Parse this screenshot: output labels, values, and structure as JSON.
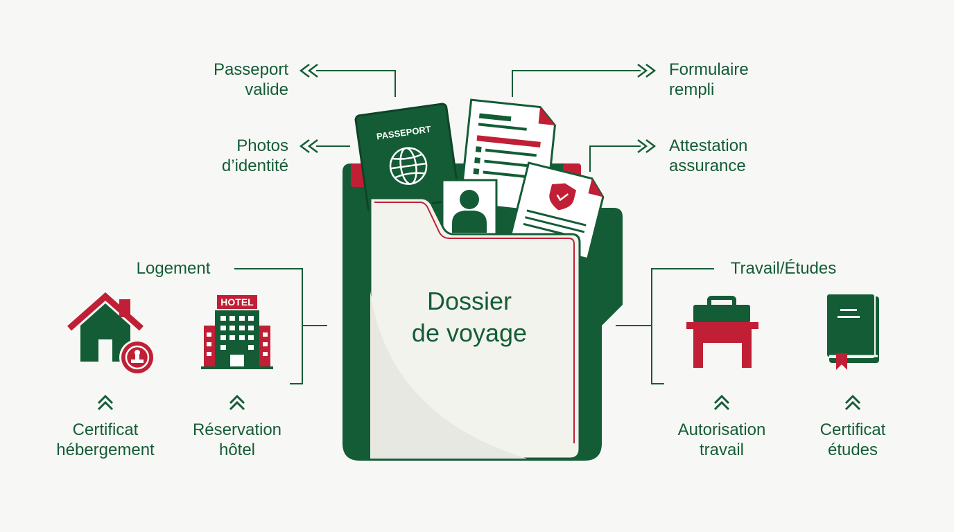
{
  "center": {
    "title_line1": "Dossier",
    "title_line2": "de voyage"
  },
  "documents": {
    "passport_label": [
      "Passeport",
      "valide"
    ],
    "photos_label": [
      "Photos",
      "d’identité"
    ],
    "form_label": [
      "Formulaire",
      "rempli"
    ],
    "insurance_label": [
      "Attestation",
      "assurance"
    ]
  },
  "passport_cover_text": "PASSEPORT",
  "housing": {
    "group_label": "Logement",
    "items": [
      {
        "label": [
          "Certificat",
          "hébergement"
        ],
        "icon": "house-stamp-icon"
      },
      {
        "label": [
          "Réservation",
          "hôtel"
        ],
        "icon": "hotel-icon",
        "sign": "HOTEL"
      }
    ]
  },
  "work_study": {
    "group_label": "Travail/Études",
    "items": [
      {
        "label": [
          "Autorisation",
          "travail"
        ],
        "icon": "briefcase-desk-icon"
      },
      {
        "label": [
          "Certificat",
          "études"
        ],
        "icon": "book-icon"
      }
    ]
  },
  "colors": {
    "green": "#145c36",
    "red": "#c01f35",
    "paper": "#f7f7f5"
  }
}
